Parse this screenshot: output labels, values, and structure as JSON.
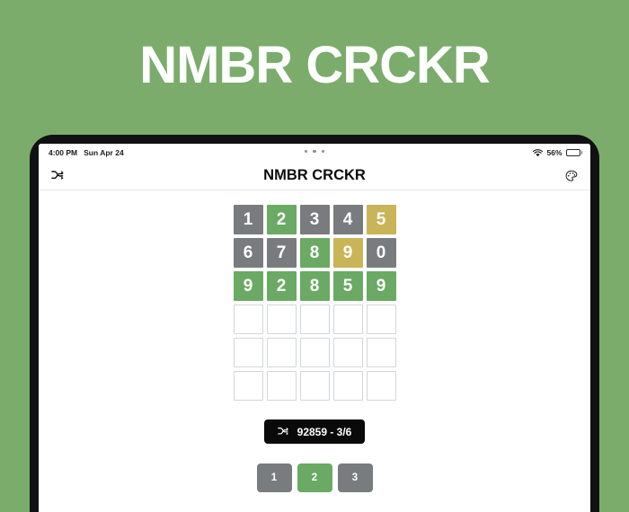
{
  "promo": {
    "title": "NMBR CRCKR",
    "background_color": "#7bac6c"
  },
  "status_bar": {
    "time": "4:00 PM",
    "date": "Sun Apr 24",
    "battery_percent": "56%",
    "wifi_icon": "wifi-icon",
    "battery_icon": "battery-icon",
    "multitask_icon": "multitasking-dots-icon"
  },
  "app_header": {
    "title": "NMBR CRCKR",
    "left_icon": "shuffle-icon",
    "right_icon": "palette-icon"
  },
  "board": {
    "columns": 5,
    "rows": 6,
    "colors": {
      "correct": "#6aaa64",
      "present": "#c9b458",
      "absent": "#787c7e",
      "empty_border": "#d3d6da"
    },
    "guesses": [
      {
        "row": 1,
        "tiles": [
          {
            "value": "1",
            "state": "absent"
          },
          {
            "value": "2",
            "state": "correct"
          },
          {
            "value": "3",
            "state": "absent"
          },
          {
            "value": "4",
            "state": "absent"
          },
          {
            "value": "5",
            "state": "present"
          }
        ]
      },
      {
        "row": 2,
        "tiles": [
          {
            "value": "6",
            "state": "absent"
          },
          {
            "value": "7",
            "state": "absent"
          },
          {
            "value": "8",
            "state": "correct"
          },
          {
            "value": "9",
            "state": "present"
          },
          {
            "value": "0",
            "state": "absent"
          }
        ]
      },
      {
        "row": 3,
        "tiles": [
          {
            "value": "9",
            "state": "correct"
          },
          {
            "value": "2",
            "state": "correct"
          },
          {
            "value": "8",
            "state": "correct"
          },
          {
            "value": "5",
            "state": "correct"
          },
          {
            "value": "9",
            "state": "correct"
          }
        ]
      },
      {
        "row": 4,
        "tiles": [
          {
            "value": "",
            "state": "empty"
          },
          {
            "value": "",
            "state": "empty"
          },
          {
            "value": "",
            "state": "empty"
          },
          {
            "value": "",
            "state": "empty"
          },
          {
            "value": "",
            "state": "empty"
          }
        ]
      },
      {
        "row": 5,
        "tiles": [
          {
            "value": "",
            "state": "empty"
          },
          {
            "value": "",
            "state": "empty"
          },
          {
            "value": "",
            "state": "empty"
          },
          {
            "value": "",
            "state": "empty"
          },
          {
            "value": "",
            "state": "empty"
          }
        ]
      },
      {
        "row": 6,
        "tiles": [
          {
            "value": "",
            "state": "empty"
          },
          {
            "value": "",
            "state": "empty"
          },
          {
            "value": "",
            "state": "empty"
          },
          {
            "value": "",
            "state": "empty"
          },
          {
            "value": "",
            "state": "empty"
          }
        ]
      }
    ]
  },
  "share": {
    "icon": "shuffle-icon",
    "label": "92859 - 3/6",
    "solution": "92859",
    "attempts": "3/6",
    "background_color": "#0a0a0a"
  },
  "keyboard": {
    "keys": [
      {
        "label": "1",
        "state": "absent"
      },
      {
        "label": "2",
        "state": "correct"
      },
      {
        "label": "3",
        "state": "absent"
      }
    ]
  }
}
